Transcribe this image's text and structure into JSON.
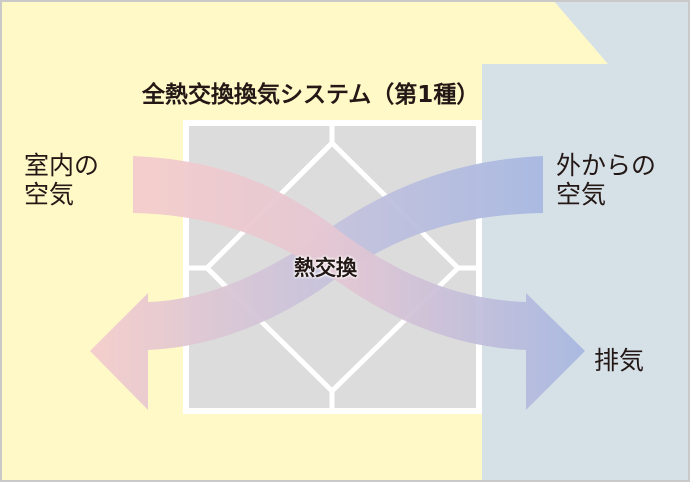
{
  "diagram": {
    "title": "全熱交換換気システム（第1種）",
    "labels": {
      "indoor_air": "室内の\n空気",
      "indoor_air_line1": "室内の",
      "indoor_air_line2": "空気",
      "outdoor_air_line1": "外からの",
      "outdoor_air_line2": "空気",
      "exhaust": "排気",
      "heat_exchange": "熱交換"
    },
    "regions": {
      "indoor": {
        "color": "#fff9c8"
      },
      "outdoor": {
        "color": "#d6e0e7"
      },
      "exchanger": {
        "fill": "#dcdcdc",
        "grid": "#ffffff"
      }
    },
    "flows": [
      {
        "name": "indoor-to-exhaust",
        "from": "室内の空気",
        "to": "排気",
        "color_start": "#f4cccc",
        "color_end": "#a9b8e0"
      },
      {
        "name": "outdoor-to-indoor",
        "from": "外からの空気",
        "to": "室内",
        "color_start": "#a9b8e0",
        "color_end": "#f4cccc"
      }
    ]
  }
}
